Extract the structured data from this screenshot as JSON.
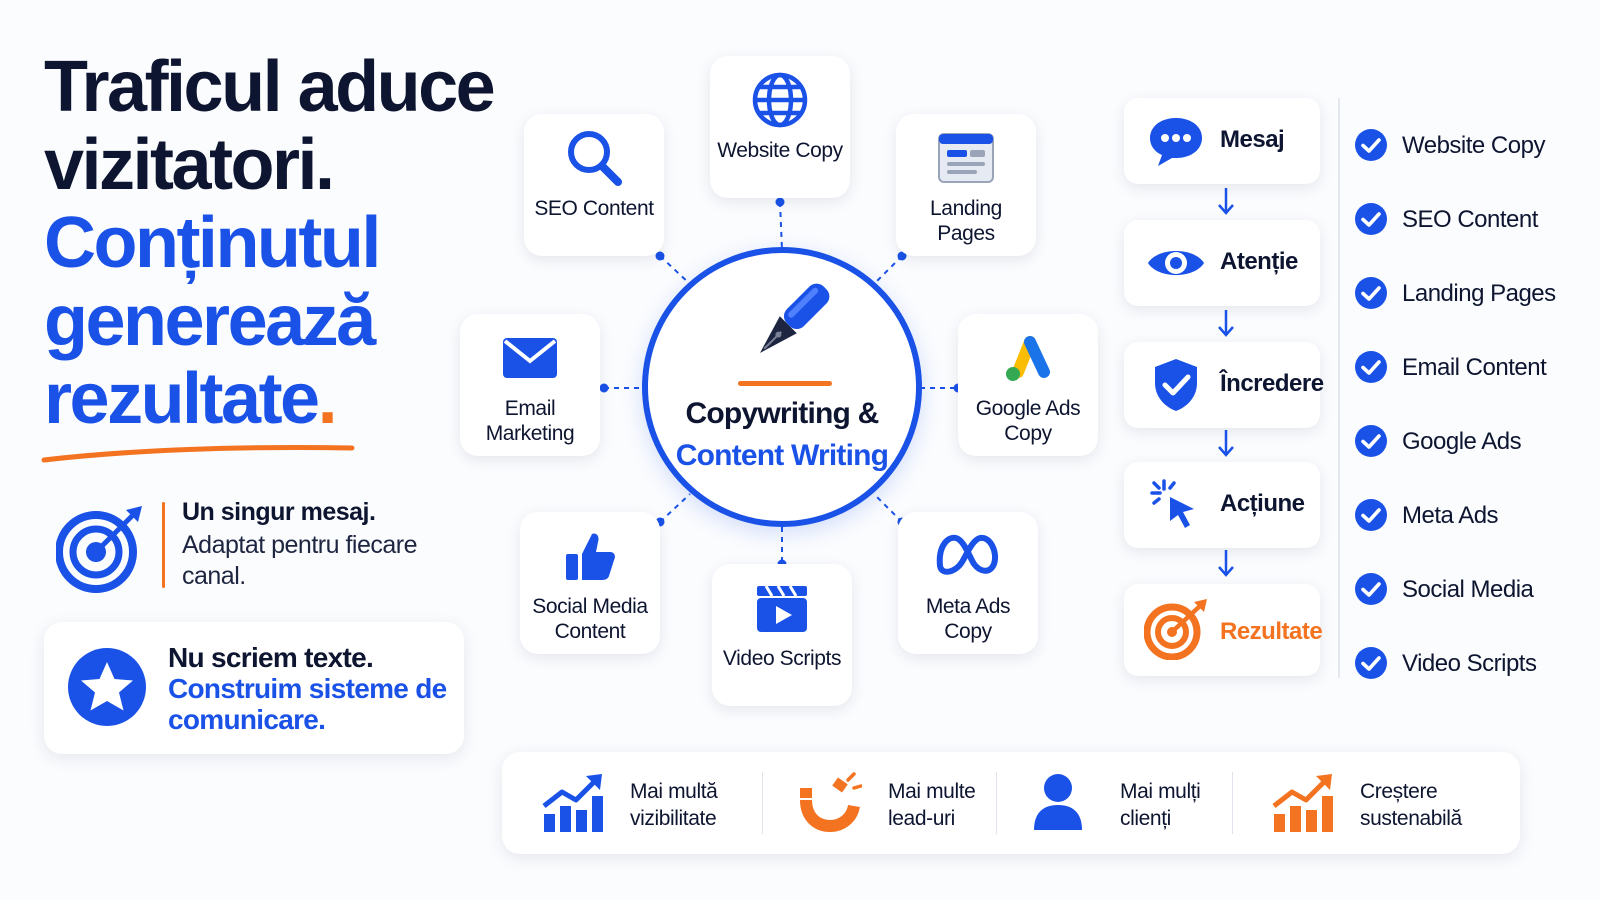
{
  "headline": {
    "line1": "Traficul aduce",
    "line2": "vizitatori.",
    "line3": "Conținutul",
    "line4": "generează",
    "line5": "rezultate",
    "line5_dot": "."
  },
  "single_message": {
    "title": "Un singur mesaj.",
    "subtitle": "Adaptat pentru fiecare canal.",
    "icon": "target-icon"
  },
  "promise": {
    "line1": "Nu scriem texte.",
    "line2": "Construim sisteme de comunicare.",
    "icon": "star-icon"
  },
  "hub": {
    "title": "Copywriting &",
    "subtitle": "Content Writing",
    "icon": "fountain-pen-icon"
  },
  "services": [
    {
      "label": "Website Copy",
      "icon": "globe-icon"
    },
    {
      "label": "Landing Pages",
      "icon": "browser-page-icon"
    },
    {
      "label": "Google Ads Copy",
      "icon": "google-ads-icon"
    },
    {
      "label": "Meta Ads Copy",
      "icon": "meta-icon"
    },
    {
      "label": "Video Scripts",
      "icon": "video-clapper-icon"
    },
    {
      "label": "Social Media Content",
      "icon": "thumbs-up-icon"
    },
    {
      "label": "Email Marketing",
      "icon": "envelope-icon"
    },
    {
      "label": "SEO Content",
      "icon": "magnifier-icon"
    }
  ],
  "flow": [
    {
      "label": "Mesaj",
      "icon": "chat-bubble-icon"
    },
    {
      "label": "Atenție",
      "icon": "eye-icon"
    },
    {
      "label": "Încredere",
      "icon": "shield-check-icon"
    },
    {
      "label": "Acțiune",
      "icon": "cursor-click-icon"
    },
    {
      "label": "Rezultate",
      "icon": "target-icon"
    }
  ],
  "checklist": [
    "Website Copy",
    "SEO Content",
    "Landing Pages",
    "Email Content",
    "Google Ads",
    "Meta Ads",
    "Social Media",
    "Video Scripts"
  ],
  "benefits": [
    {
      "label": "Mai multă vizibilitate",
      "icon": "growth-chart-icon"
    },
    {
      "label": "Mai multe lead-uri",
      "icon": "magnet-icon"
    },
    {
      "label": "Mai mulți clienți",
      "icon": "user-icon"
    },
    {
      "label": "Creștere sustenabilă",
      "icon": "growth-chart-icon"
    }
  ],
  "colors": {
    "brand_blue": "#1a52e8",
    "accent_orange": "#f37320",
    "ink": "#0d1530"
  }
}
